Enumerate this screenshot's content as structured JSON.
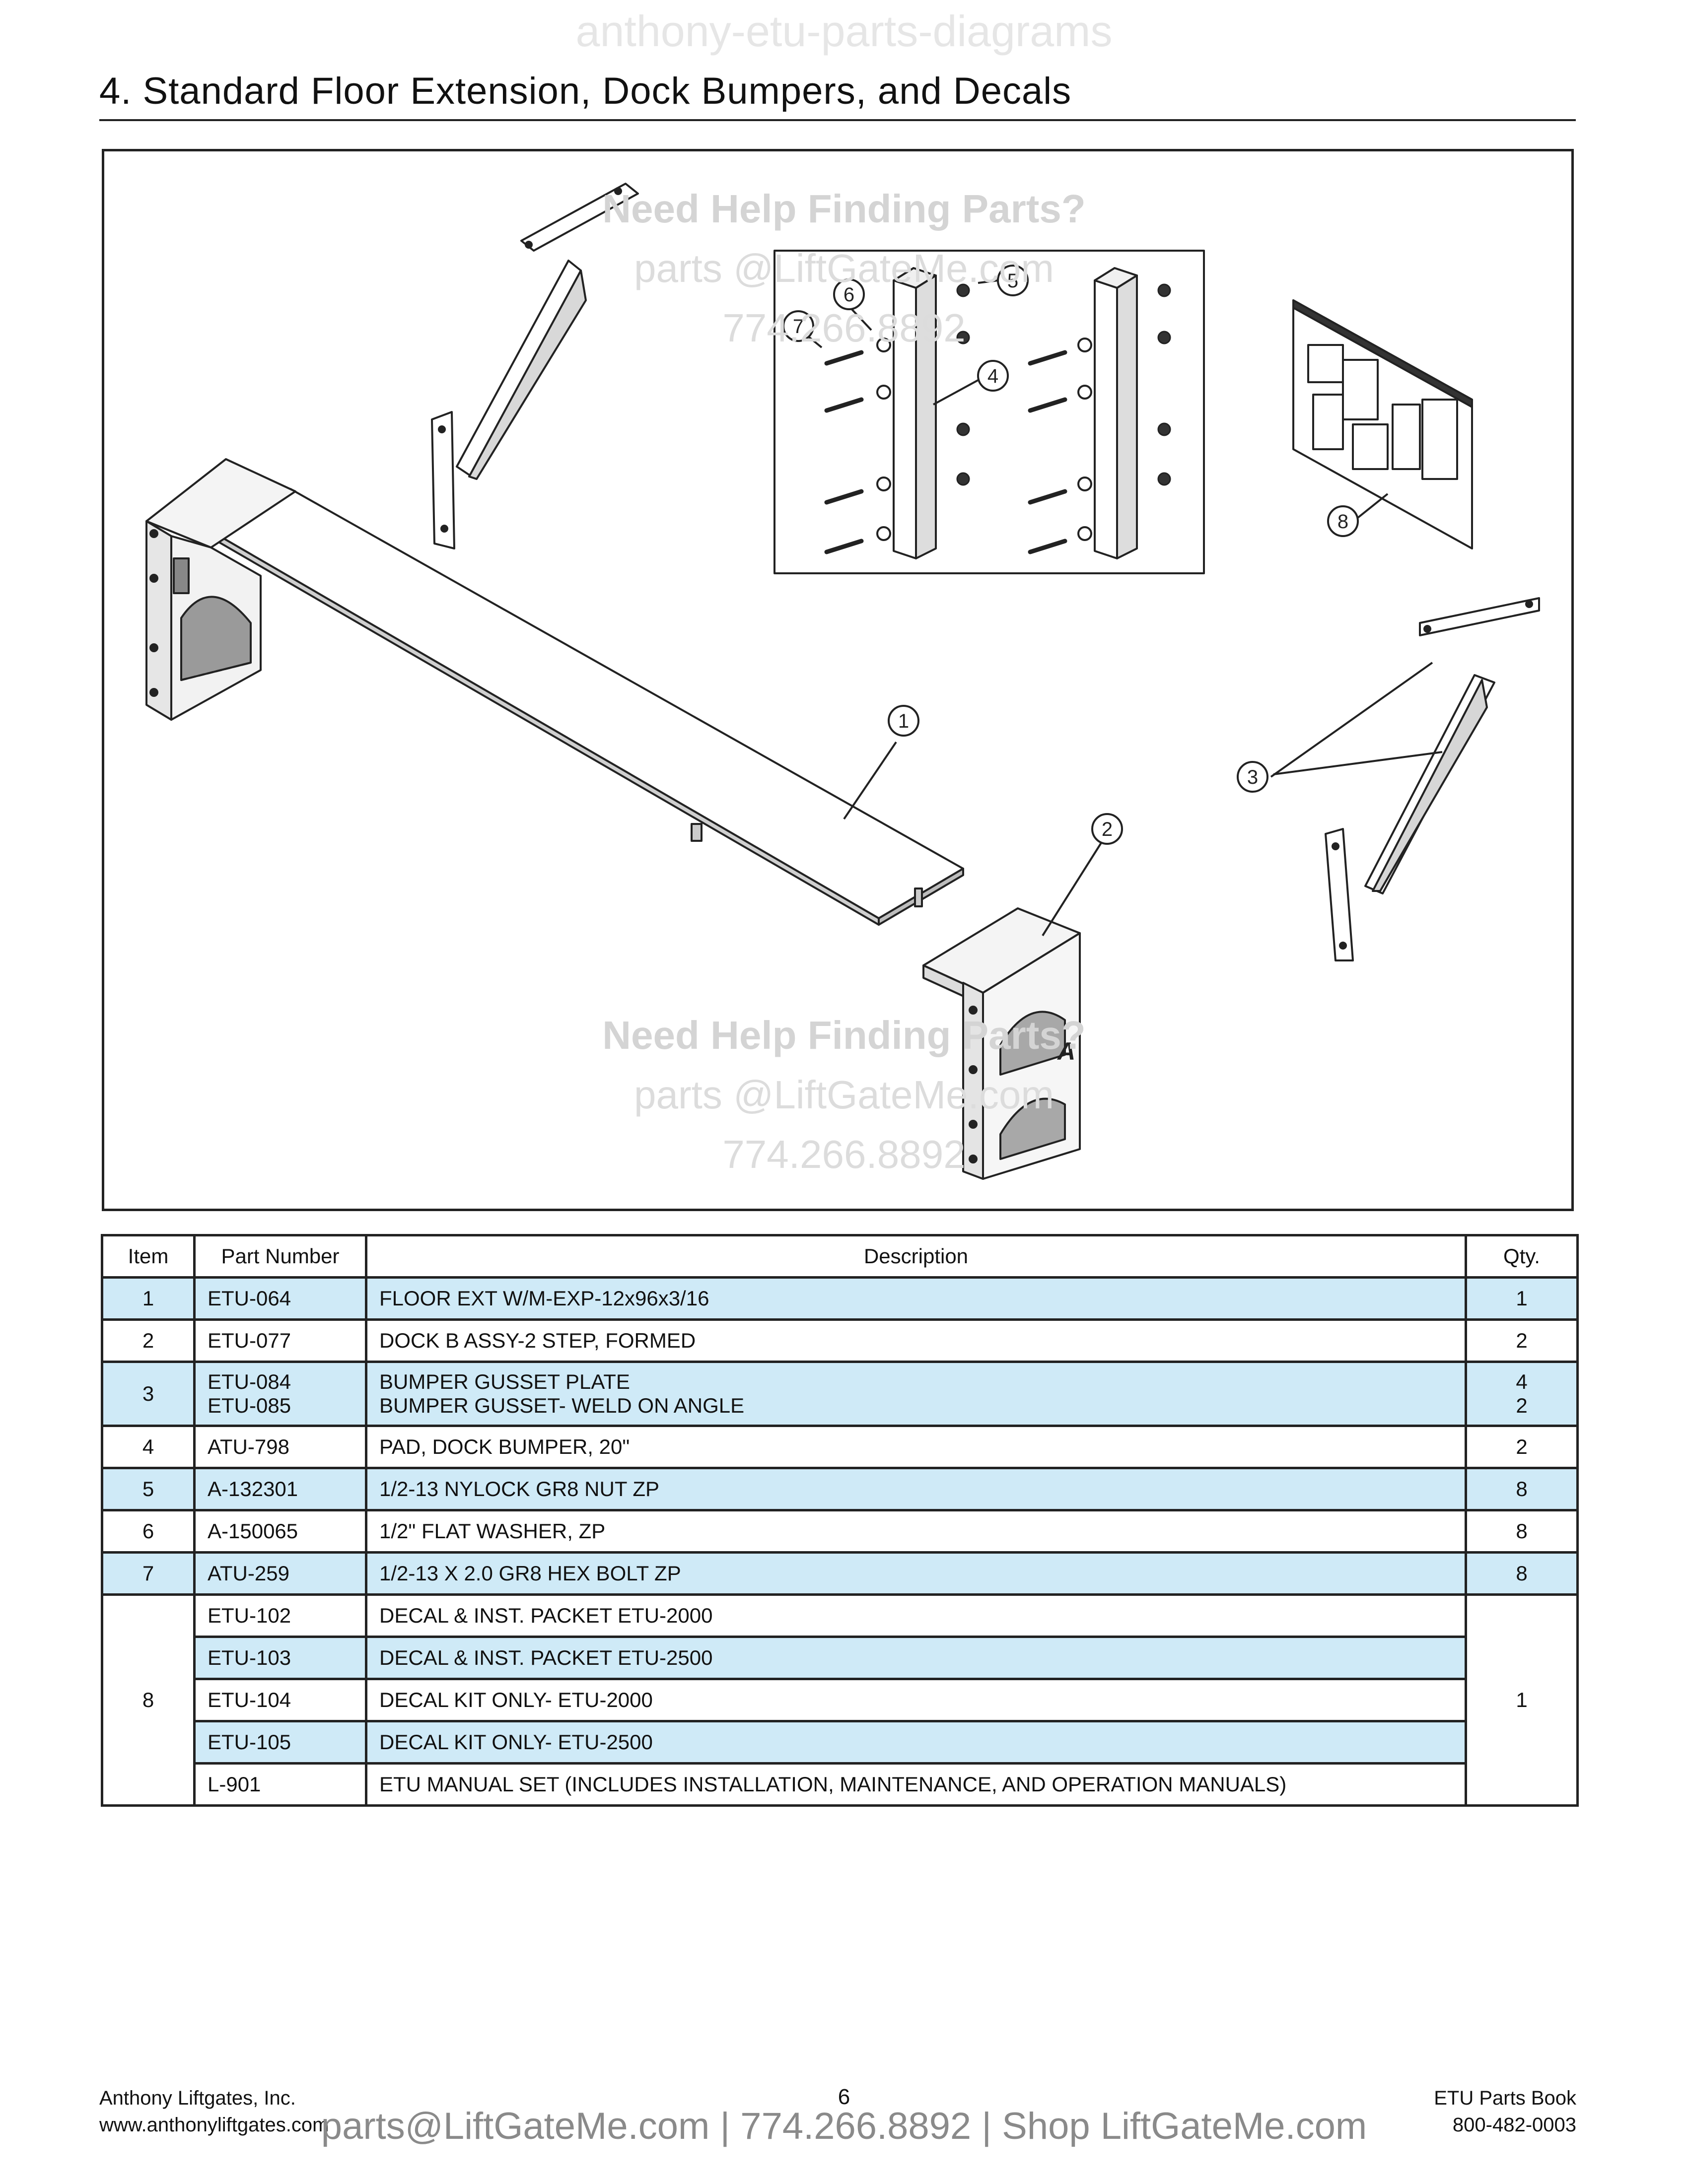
{
  "watermarks": {
    "top": "anthony-etu-parts-diagrams",
    "help_heading": "Need Help Finding Parts?",
    "help_email": "parts @LiftGateMe.com",
    "help_phone": "774.266.8892",
    "bottom": "parts@LiftGateMe.com | 774.266.8892 | Shop LiftGateMe.com"
  },
  "page_title": "4. Standard Floor Extension, Dock Bumpers, and Decals",
  "callouts": [
    "1",
    "2",
    "3",
    "4",
    "5",
    "6",
    "7",
    "8"
  ],
  "table": {
    "headers": {
      "item": "Item",
      "part_number": "Part Number",
      "description": "Description",
      "qty": "Qty."
    },
    "rows": [
      {
        "item": "1",
        "parts": [
          "ETU-064"
        ],
        "descriptions": [
          "FLOOR EXT W/M-EXP-12x96x3/16"
        ],
        "qtys": [
          "1"
        ]
      },
      {
        "item": "2",
        "parts": [
          "ETU-077"
        ],
        "descriptions": [
          "DOCK B ASSY-2 STEP, FORMED"
        ],
        "qtys": [
          "2"
        ]
      },
      {
        "item": "3",
        "parts": [
          "ETU-084",
          "ETU-085"
        ],
        "descriptions": [
          "BUMPER GUSSET PLATE",
          "BUMPER GUSSET- WELD ON ANGLE"
        ],
        "qtys": [
          "4",
          "2"
        ]
      },
      {
        "item": "4",
        "parts": [
          "ATU-798"
        ],
        "descriptions": [
          "PAD, DOCK BUMPER, 20\""
        ],
        "qtys": [
          "2"
        ]
      },
      {
        "item": "5",
        "parts": [
          "A-132301"
        ],
        "descriptions": [
          "1/2-13 NYLOCK GR8 NUT ZP"
        ],
        "qtys": [
          "8"
        ]
      },
      {
        "item": "6",
        "parts": [
          "A-150065"
        ],
        "descriptions": [
          "1/2\" FLAT WASHER, ZP"
        ],
        "qtys": [
          "8"
        ]
      },
      {
        "item": "7",
        "parts": [
          "ATU-259"
        ],
        "descriptions": [
          "1/2-13 X 2.0 GR8 HEX BOLT ZP"
        ],
        "qtys": [
          "8"
        ]
      }
    ],
    "group8": {
      "item": "8",
      "qty": "1",
      "rows": [
        {
          "part": "ETU-102",
          "description": "DECAL & INST. PACKET ETU-2000"
        },
        {
          "part": "ETU-103",
          "description": "DECAL & INST. PACKET ETU-2500"
        },
        {
          "part": "ETU-104",
          "description": "DECAL KIT ONLY- ETU-2000"
        },
        {
          "part": "ETU-105",
          "description": "DECAL KIT ONLY- ETU-2500"
        },
        {
          "part": "L-901",
          "description": "ETU MANUAL SET (INCLUDES INSTALLATION, MAINTENANCE, AND OPERATION MANUALS)"
        }
      ]
    }
  },
  "footer": {
    "company": "Anthony Liftgates, Inc.",
    "website": "www.anthonyliftgates.com",
    "page_number": "6",
    "book": "ETU Parts Book",
    "phone": "800-482-0003"
  }
}
